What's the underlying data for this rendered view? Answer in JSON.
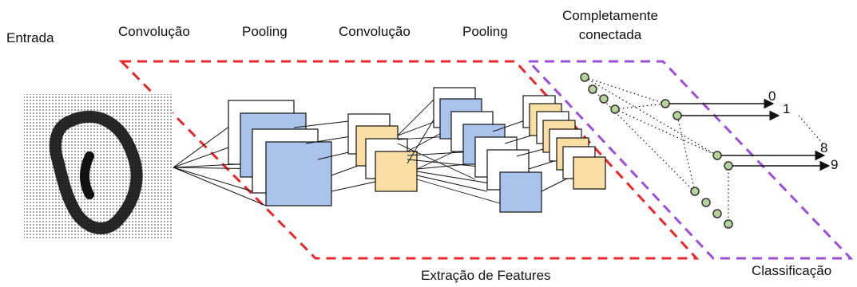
{
  "labels": {
    "entrada": "Entrada",
    "conv1": "Convolução",
    "pool1": "Pooling",
    "conv2": "Convolução",
    "pool2": "Pooling",
    "fc_line1": "Completamente",
    "fc_line2": "conectada",
    "features": "Extração de Features",
    "classificacao": "Classificação"
  },
  "outputs": {
    "top": [
      "0",
      "1"
    ],
    "bottom": [
      "8",
      "9"
    ]
  },
  "colors": {
    "feature_region": "#e8262b",
    "class_region": "#9b4fd6",
    "conv_map": "#a9c3ec",
    "pool_map": "#f9dfa4",
    "neuron": "#b7d29a",
    "edge": "#111111"
  }
}
